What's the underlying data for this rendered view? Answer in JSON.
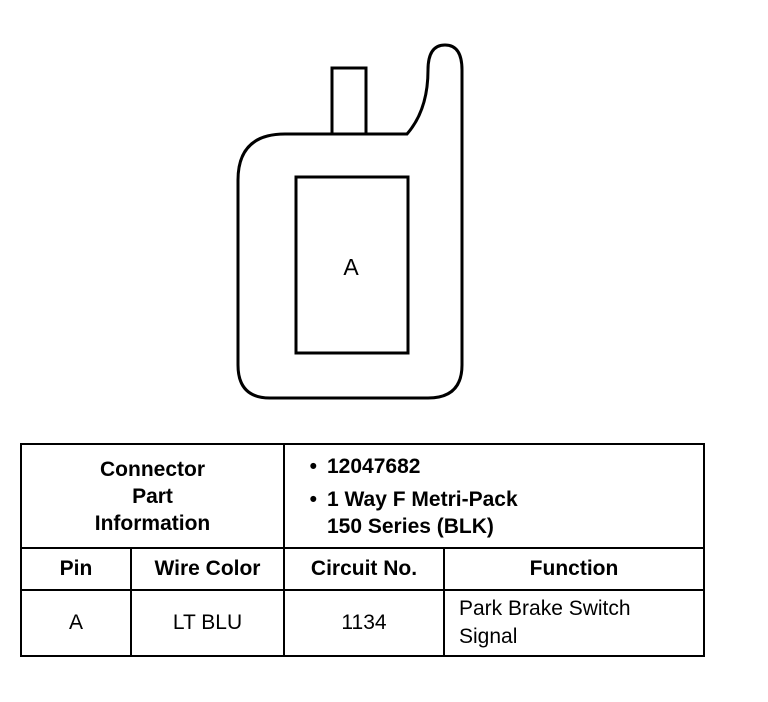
{
  "connector": {
    "cavity_label": "A"
  },
  "part_info": {
    "heading": "Connector Part Information",
    "details": [
      {
        "bullet": "•",
        "lines": [
          "12047682"
        ]
      },
      {
        "bullet": "•",
        "lines": [
          "1 Way F Metri-Pack",
          "150 Series (BLK)"
        ]
      }
    ]
  },
  "table": {
    "columns": [
      "Pin",
      "Wire Color",
      "Circuit No.",
      "Function"
    ],
    "rows": [
      {
        "pin": "A",
        "wire_color": "LT BLU",
        "circuit": "1134",
        "function_lines": [
          "Park Brake Switch",
          "Signal"
        ]
      }
    ]
  }
}
